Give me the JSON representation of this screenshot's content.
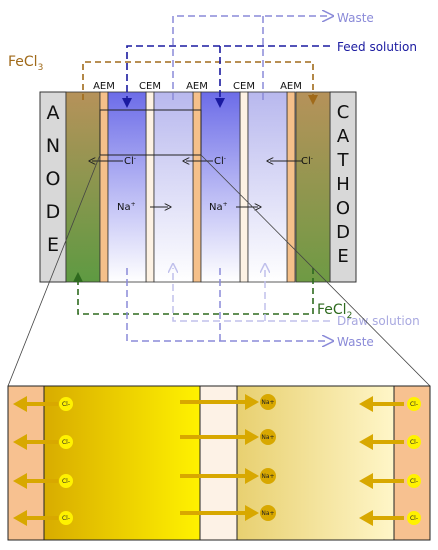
{
  "labels": {
    "waste_top": "Waste",
    "feed_solution": "Feed solution",
    "fecl3_base": "FeCl",
    "fecl3_sub": "3",
    "fecl2_base": "FeCl",
    "fecl2_sub": "2",
    "draw_solution": "Draw solution",
    "waste_bottom": "Waste",
    "anode_letters": [
      "A",
      "N",
      "O",
      "D",
      "E"
    ],
    "cathode_letters": [
      "C",
      "A",
      "T",
      "H",
      "O",
      "D",
      "E"
    ]
  },
  "membranes": [
    "AEM",
    "CEM",
    "AEM",
    "CEM",
    "AEM"
  ],
  "ions": {
    "chloride_base": "Cl",
    "chloride_sup": "-",
    "sodium_base": "Na",
    "sodium_sup": "+",
    "chloride_bubble": "Cl-",
    "sodium_bubble": "Na+"
  },
  "colors": {
    "feed": "#1a1aa0",
    "waste": "#8a8ad8",
    "fecl3": "#a06a1a",
    "fecl2": "#2e6a1e",
    "aem": "#f5c08a",
    "arrow_gold": "#d8a800"
  }
}
